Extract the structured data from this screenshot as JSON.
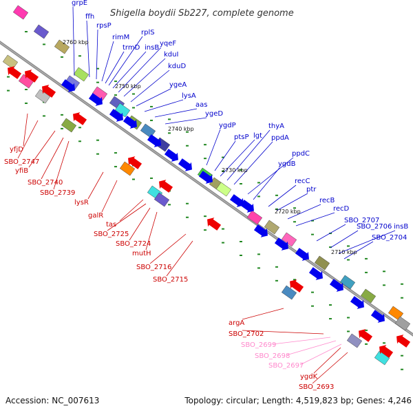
{
  "title": "Shigella boydii Sb227, complete genome",
  "footer": {
    "accession": "Accession: NC_007613",
    "summary": "Topology: circular; Length: 4,519,823 bp; Genes: 4,246"
  },
  "colors": {
    "backbone": "#808080",
    "forward_gene": "#0000ee",
    "reverse_gene": "#ee0000",
    "label_blue": "#0000cc",
    "label_red": "#cc0000",
    "label_pink": "#ff88cc",
    "dash": "#228822"
  },
  "ticks": [
    "2760 kbp",
    "2750 kbp",
    "2740 kbp",
    "2730 kbp",
    "2720 kbp",
    "2710 kbp"
  ],
  "blue_labels": [
    "grpE",
    "ffh",
    "rpsP",
    "rimM",
    "trmD",
    "rplS",
    "insB",
    "yqeF",
    "kduI",
    "kduD",
    "ygeA",
    "lysA",
    "aas",
    "ygeD",
    "ygdP",
    "ptsP",
    "lgt",
    "thyA",
    "ppdA",
    "ppdC",
    "ygdB",
    "recC",
    "ptr",
    "recB",
    "recD",
    "SBO_2707",
    "SBO_2706",
    "insB",
    "SBO_2704"
  ],
  "red_labels": [
    "yfjD",
    "SBO_2747",
    "yfiB",
    "SBO_2740",
    "SBO_2739",
    "lysR",
    "galR",
    "tas",
    "SBO_2725",
    "SBO_2724",
    "mutH",
    "SBO_2716",
    "SBO_2715",
    "argA",
    "SBO_2702",
    "ygdK",
    "SBO_2693"
  ],
  "pink_labels": [
    "SBO_2699",
    "SBO_2698",
    "SBO_2697"
  ]
}
